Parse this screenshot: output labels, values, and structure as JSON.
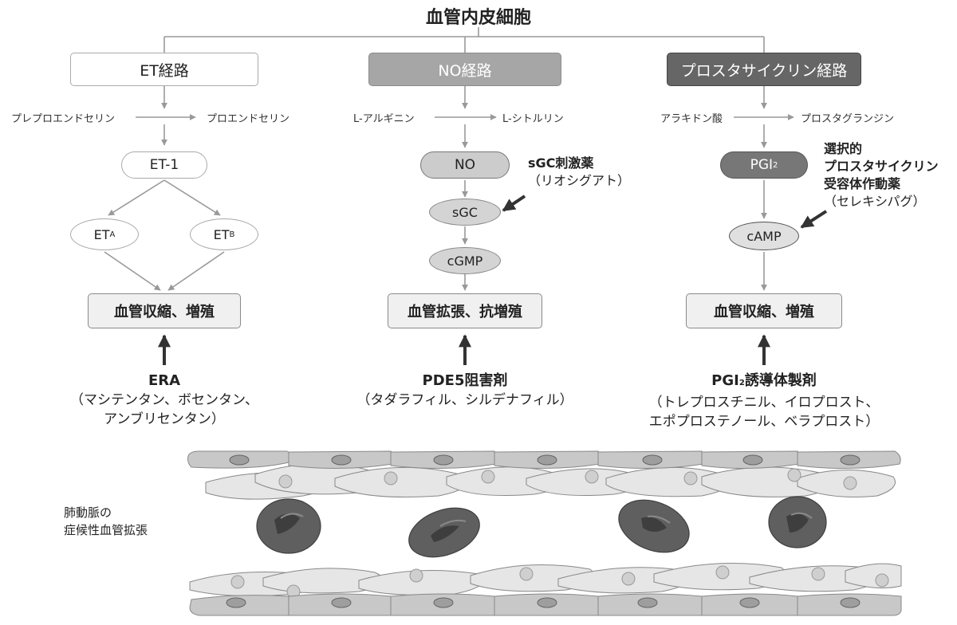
{
  "title": "血管内皮細胞",
  "pathways": {
    "et": {
      "header": "ET経路",
      "precursor": "プレプロエンドセリン",
      "product": "プロエンドセリン",
      "mediator": "ET-1",
      "receptor_a_main": "ET",
      "receptor_a_sub": "A",
      "receptor_b_main": "ET",
      "receptor_b_sub": "B",
      "effect": "血管収縮、増殖",
      "drug_name": "ERA",
      "drug_line1": "（マシテンタン、ボセンタン、",
      "drug_line2": "アンブリセンタン）"
    },
    "no": {
      "header": "NO経路",
      "precursor": "L-アルギニン",
      "product": "L-シトルリン",
      "mediator": "NO",
      "enzyme": "sGC",
      "messenger": "cGMP",
      "stimulator_line1": "sGC刺激薬",
      "stimulator_line2": "（リオシグアト）",
      "effect": "血管拡張、抗増殖",
      "drug_name": "PDE5阻害剤",
      "drug_line1": "（タダラフィル、シルデナフィル）"
    },
    "prostacyclin": {
      "header": "プロスタサイクリン経路",
      "precursor": "アラキドン酸",
      "product": "プロスタグランジン",
      "mediator_main": "PGI",
      "mediator_sub": "2",
      "messenger": "cAMP",
      "agonist_line1": "選択的",
      "agonist_line2": "プロスタサイクリン",
      "agonist_line3": "受容体作動薬",
      "agonist_line4": "（セレキシパグ）",
      "effect": "血管収縮、増殖",
      "drug_name_main": "PGI",
      "drug_name_sub": "2",
      "drug_name_rest": "誘導体製剤",
      "drug_line1": "（トレプロスチニル、イロプロスト、",
      "drug_line2": "エポプロステノール、ベラプロスト）"
    }
  },
  "vessel": {
    "label_line1": "肺動脈の",
    "label_line2": "症候性血管拡張"
  },
  "colors": {
    "header_light": "#ffffff",
    "header_mid": "#a6a6a6",
    "header_dark": "#666666",
    "arrow_gray": "#999999",
    "arrow_dark": "#333333",
    "cell_light": "#e6e6e6",
    "cell_gray": "#c8c8c8",
    "blood_cell": "#5f5f5f"
  }
}
